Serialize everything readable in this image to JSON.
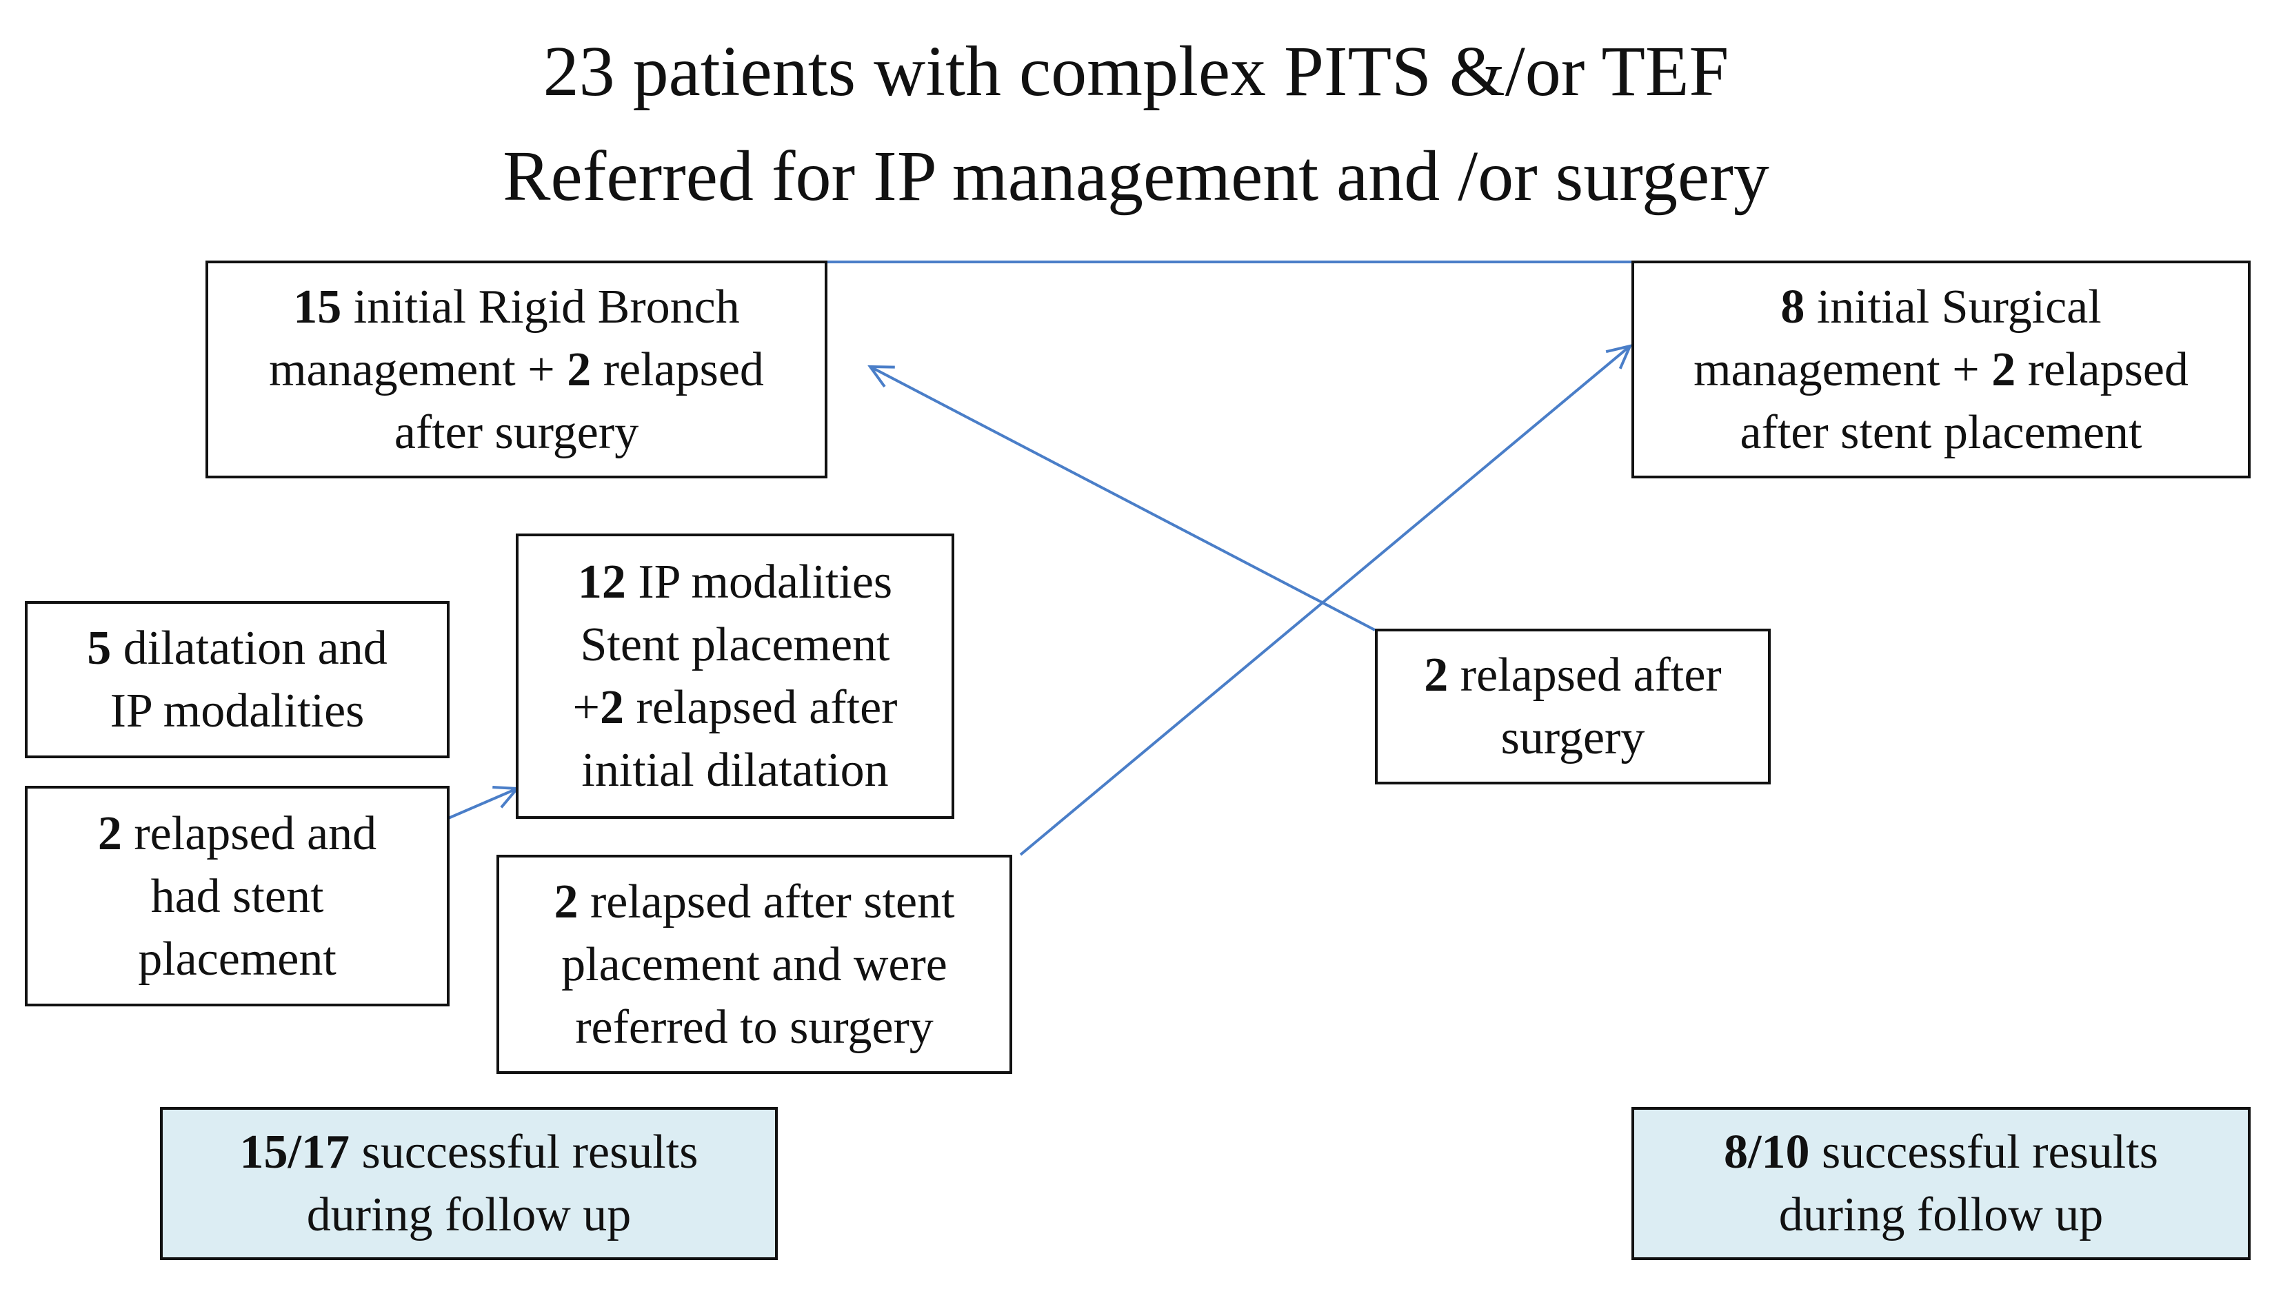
{
  "title": {
    "line1": "23 patients with complex PITS &/or TEF",
    "line2": "Referred for IP management and /or surgery"
  },
  "boxes": {
    "rigid_bronch": {
      "num1": "15",
      "text1": " initial  Rigid Bronch",
      "text2a": "management  + ",
      "num2": "2",
      "text2b": " relapsed",
      "text3": "after  surgery"
    },
    "surgical": {
      "num1": "8",
      "text1": " initial  Surgical",
      "text2a": "management  + ",
      "num2": "2",
      "text2b": " relapsed",
      "text3": "after  stent  placement"
    },
    "dilatation": {
      "num1": "5",
      "text1": " dilatation  and",
      "text2": "IP modalities"
    },
    "ip_modalities": {
      "num1": "12",
      "text1": " IP modalities",
      "text2": "Stent  placement",
      "text3a": "+",
      "num2": "2",
      "text3b": " relapsed  after",
      "text4": "initial  dilatation"
    },
    "relapsed_after_surgery": {
      "num1": "2",
      "text1": " relapsed  after",
      "text2": "surgery"
    },
    "relapsed_stent": {
      "num1": "2",
      "text1": " relapsed  and",
      "text2": "had  stent",
      "text3": "placement"
    },
    "relapsed_referred": {
      "num1": "2",
      "text1": " relapsed  after  stent",
      "text2": "placement  and  were",
      "text3": "referred  to  surgery"
    },
    "result_left": {
      "num1": "15/17",
      "text1": " successful  results",
      "text2": "during  follow  up"
    },
    "result_right": {
      "num1": "8/10",
      "text1": " successful results",
      "text2": "during  follow  up"
    }
  },
  "colors": {
    "connector": "#4a7ec8",
    "result_fill": "#dcedf3",
    "border": "#111111"
  }
}
